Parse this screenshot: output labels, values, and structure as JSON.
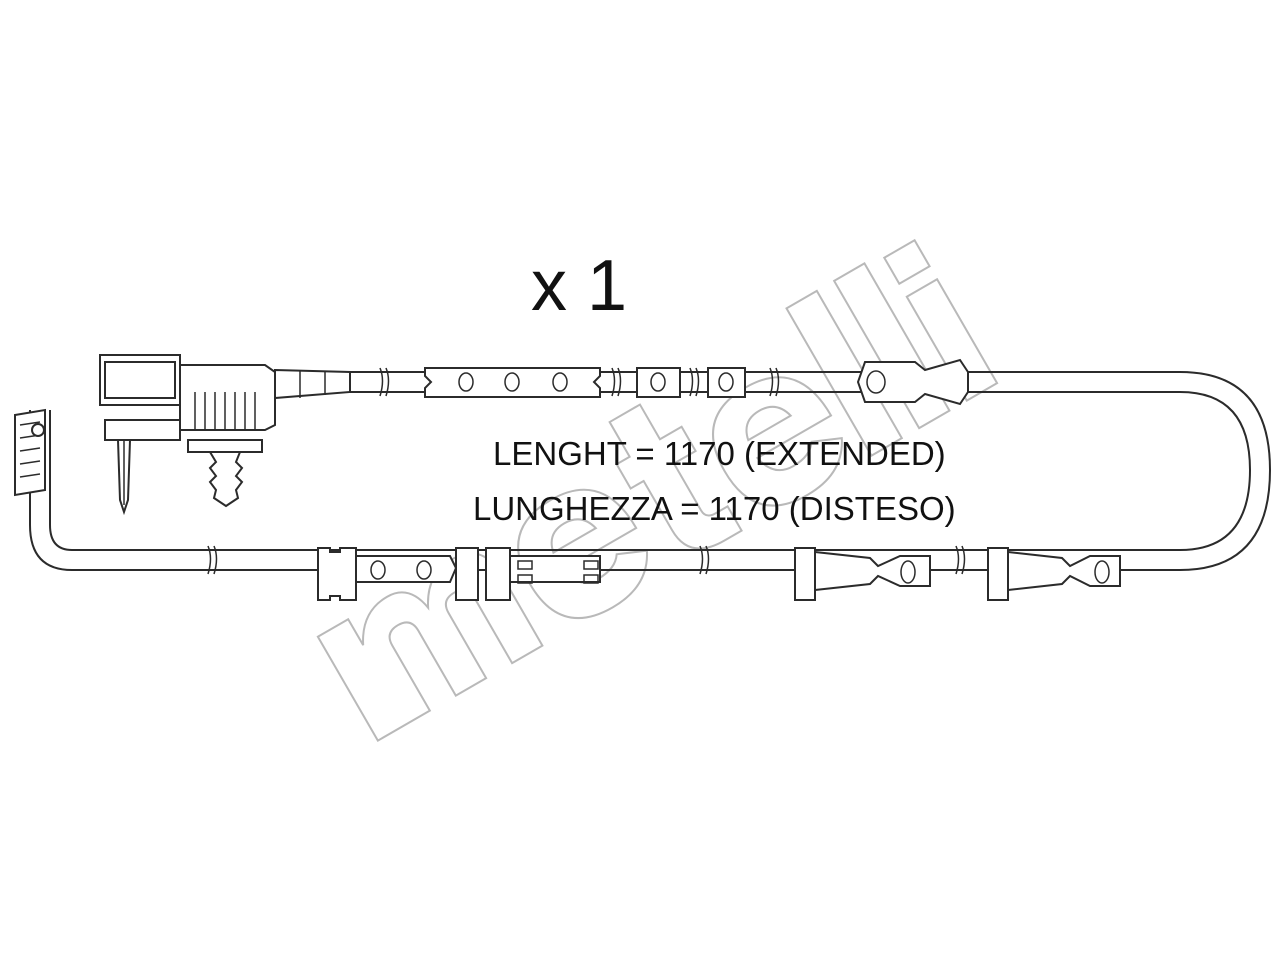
{
  "diagram": {
    "quantity_label": "x 1",
    "length_en": "LENGHT = 1170 (EXTENDED)",
    "length_it": "LUNGHEZZA = 1170 (DISTESO)"
  },
  "watermark": {
    "brand": "metelli"
  },
  "colors": {
    "line": "#2b2b2b",
    "watermark": "#b9b9b9",
    "background": "#ffffff"
  }
}
